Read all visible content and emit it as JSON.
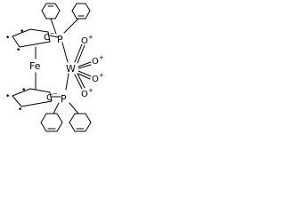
{
  "atoms": {
    "iron": "Fe",
    "tungsten": "W",
    "phosphorus_top": "P",
    "phosphorus_bottom": "P",
    "carbon_cp_top": "C",
    "carbon_cp_bottom": "C",
    "carbonyl_oxygen": "O"
  },
  "charges": {
    "plus": "+",
    "minus": "−"
  },
  "radical_marker": "•",
  "colors": {
    "ink": "#000000",
    "background": "#ffffff"
  }
}
